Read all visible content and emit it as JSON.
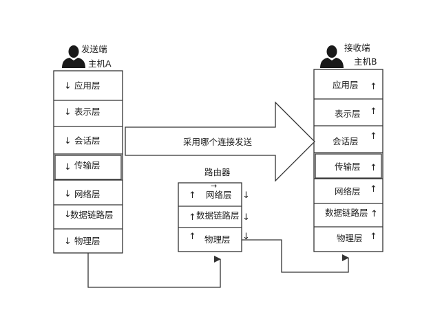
{
  "sender": {
    "title_line1": "发送端",
    "title_line2": "主机A",
    "layers": [
      {
        "arrow": "↓",
        "label": "应用层"
      },
      {
        "arrow": "↓",
        "label": "表示层"
      },
      {
        "arrow": "↓",
        "label": "会话层"
      },
      {
        "arrow": "↓",
        "label": "传输层"
      },
      {
        "arrow": "↓",
        "label": "网络层"
      },
      {
        "arrow": "↓",
        "label": "数据链路层"
      },
      {
        "arrow": "↓",
        "label": "物理层"
      }
    ]
  },
  "receiver": {
    "title_line1": "接收端",
    "title_line2": "主机B",
    "layers": [
      {
        "arrow": "↑",
        "label": "应用层"
      },
      {
        "arrow": "↑",
        "label": "表示层"
      },
      {
        "arrow": "↑",
        "label": "会话层"
      },
      {
        "arrow": "↑",
        "label": "传输层"
      },
      {
        "arrow": "↑",
        "label": "网络层"
      },
      {
        "arrow": "↑",
        "label": "数据链路层"
      },
      {
        "arrow": "↑",
        "label": "物理层"
      }
    ]
  },
  "router": {
    "title": "路由器",
    "layers": [
      {
        "up": "↑",
        "label": "网络层",
        "down": "↓",
        "top_arrow": "→"
      },
      {
        "up": "↑",
        "label": "数据链路层",
        "down": "↓"
      },
      {
        "up": "↑",
        "label": "物理层",
        "down": "↓"
      }
    ]
  },
  "big_arrow_label": "采用哪个连接发送",
  "colors": {
    "line": "#333333",
    "text": "#222222",
    "background": "#ffffff"
  },
  "icons": [
    "person-icon"
  ]
}
